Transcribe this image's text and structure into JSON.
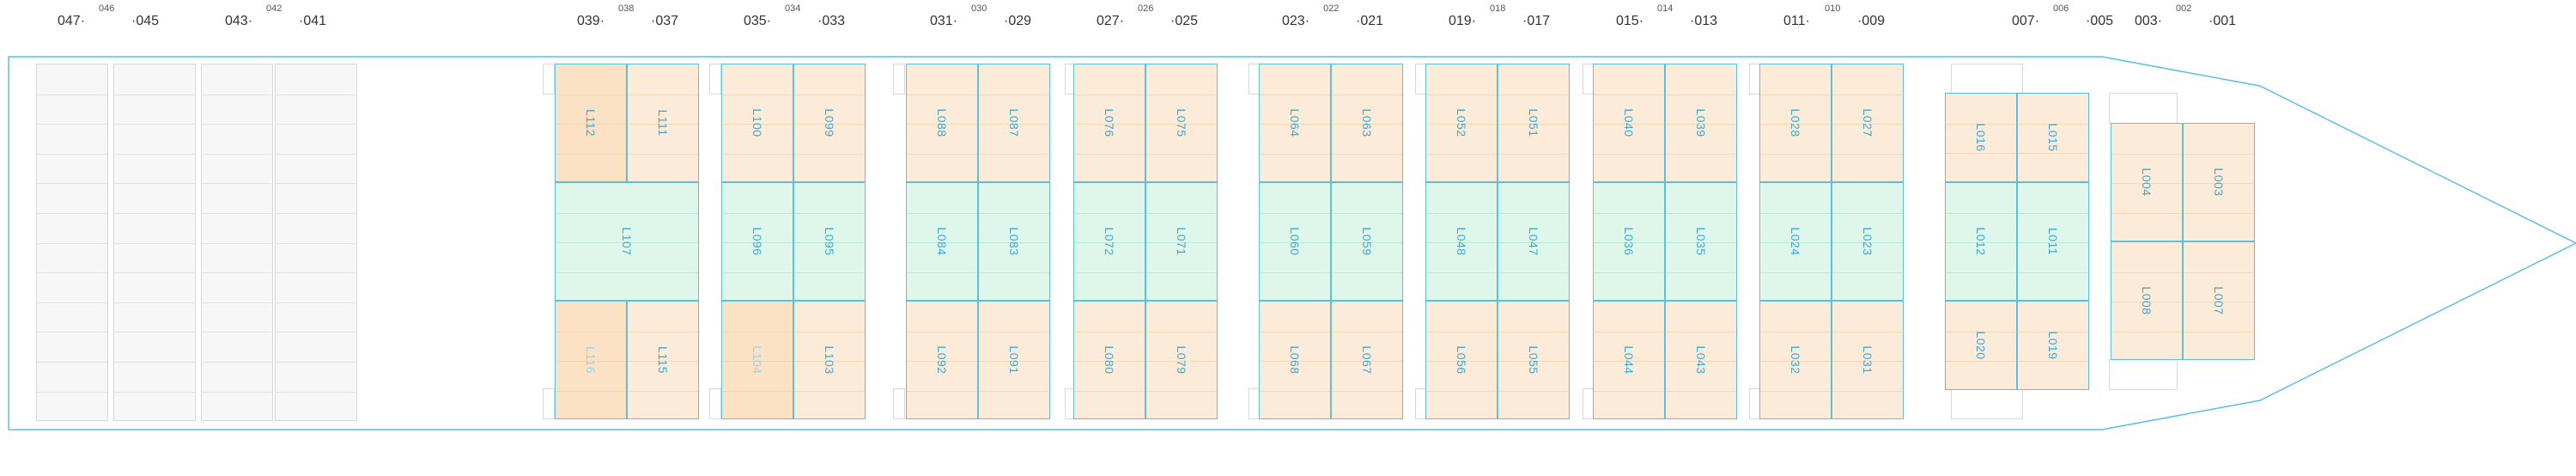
{
  "bay_labels": [
    {
      "main_left": "047",
      "sub": "046",
      "main_right": "045"
    },
    {
      "main_left": "043",
      "sub": "042",
      "main_right": "041"
    },
    {
      "main_left": "039",
      "sub": "038",
      "main_right": "037"
    },
    {
      "main_left": "035",
      "sub": "034",
      "main_right": "033"
    },
    {
      "main_left": "031",
      "sub": "030",
      "main_right": "029"
    },
    {
      "main_left": "027",
      "sub": "026",
      "main_right": "025"
    },
    {
      "main_left": "023",
      "sub": "022",
      "main_right": "021"
    },
    {
      "main_left": "019",
      "sub": "018",
      "main_right": "017"
    },
    {
      "main_left": "015",
      "sub": "014",
      "main_right": "013"
    },
    {
      "main_left": "011",
      "sub": "010",
      "main_right": "009"
    },
    {
      "main_left": "007",
      "sub": "006",
      "main_right": "005"
    },
    {
      "main_left": "003",
      "sub": "002",
      "main_right": "001"
    }
  ],
  "colors": {
    "hull": "#5bc0de",
    "orange": "#fcebd8",
    "green": "#dff6ea",
    "label": "#3aa8d6"
  },
  "blocks": [
    {
      "id": "L112",
      "color": "orange-dark"
    },
    {
      "id": "L111",
      "color": "orange"
    },
    {
      "id": "L107",
      "color": "green"
    },
    {
      "id": "L116",
      "color": "orange-dark",
      "faded": true
    },
    {
      "id": "L115",
      "color": "orange"
    },
    {
      "id": "L100",
      "color": "orange"
    },
    {
      "id": "L099",
      "color": "orange"
    },
    {
      "id": "L096",
      "color": "green"
    },
    {
      "id": "L095",
      "color": "green"
    },
    {
      "id": "L104",
      "color": "orange-dark",
      "faded": true
    },
    {
      "id": "L103",
      "color": "orange"
    },
    {
      "id": "L088",
      "color": "orange"
    },
    {
      "id": "L087",
      "color": "orange"
    },
    {
      "id": "L084",
      "color": "green"
    },
    {
      "id": "L083",
      "color": "green"
    },
    {
      "id": "L092",
      "color": "orange"
    },
    {
      "id": "L091",
      "color": "orange"
    },
    {
      "id": "L076",
      "color": "orange"
    },
    {
      "id": "L075",
      "color": "orange"
    },
    {
      "id": "L072",
      "color": "green"
    },
    {
      "id": "L071",
      "color": "green"
    },
    {
      "id": "L080",
      "color": "orange"
    },
    {
      "id": "L079",
      "color": "orange"
    },
    {
      "id": "L064",
      "color": "orange"
    },
    {
      "id": "L063",
      "color": "orange"
    },
    {
      "id": "L060",
      "color": "green"
    },
    {
      "id": "L059",
      "color": "green"
    },
    {
      "id": "L068",
      "color": "orange"
    },
    {
      "id": "L067",
      "color": "orange"
    },
    {
      "id": "L052",
      "color": "orange"
    },
    {
      "id": "L051",
      "color": "orange"
    },
    {
      "id": "L048",
      "color": "green"
    },
    {
      "id": "L047",
      "color": "green"
    },
    {
      "id": "L056",
      "color": "orange"
    },
    {
      "id": "L055",
      "color": "orange"
    },
    {
      "id": "L040",
      "color": "orange"
    },
    {
      "id": "L039",
      "color": "orange"
    },
    {
      "id": "L036",
      "color": "green"
    },
    {
      "id": "L035",
      "color": "green"
    },
    {
      "id": "L044",
      "color": "orange"
    },
    {
      "id": "L043",
      "color": "orange"
    },
    {
      "id": "L028",
      "color": "orange"
    },
    {
      "id": "L027",
      "color": "orange"
    },
    {
      "id": "L024",
      "color": "green"
    },
    {
      "id": "L023",
      "color": "green"
    },
    {
      "id": "L032",
      "color": "orange"
    },
    {
      "id": "L031",
      "color": "orange"
    },
    {
      "id": "L016",
      "color": "orange"
    },
    {
      "id": "L015",
      "color": "orange"
    },
    {
      "id": "L012",
      "color": "green"
    },
    {
      "id": "L011",
      "color": "green"
    },
    {
      "id": "L020",
      "color": "orange"
    },
    {
      "id": "L019",
      "color": "orange"
    },
    {
      "id": "L004",
      "color": "orange"
    },
    {
      "id": "L003",
      "color": "orange"
    },
    {
      "id": "L008",
      "color": "orange"
    },
    {
      "id": "L007",
      "color": "orange"
    }
  ]
}
